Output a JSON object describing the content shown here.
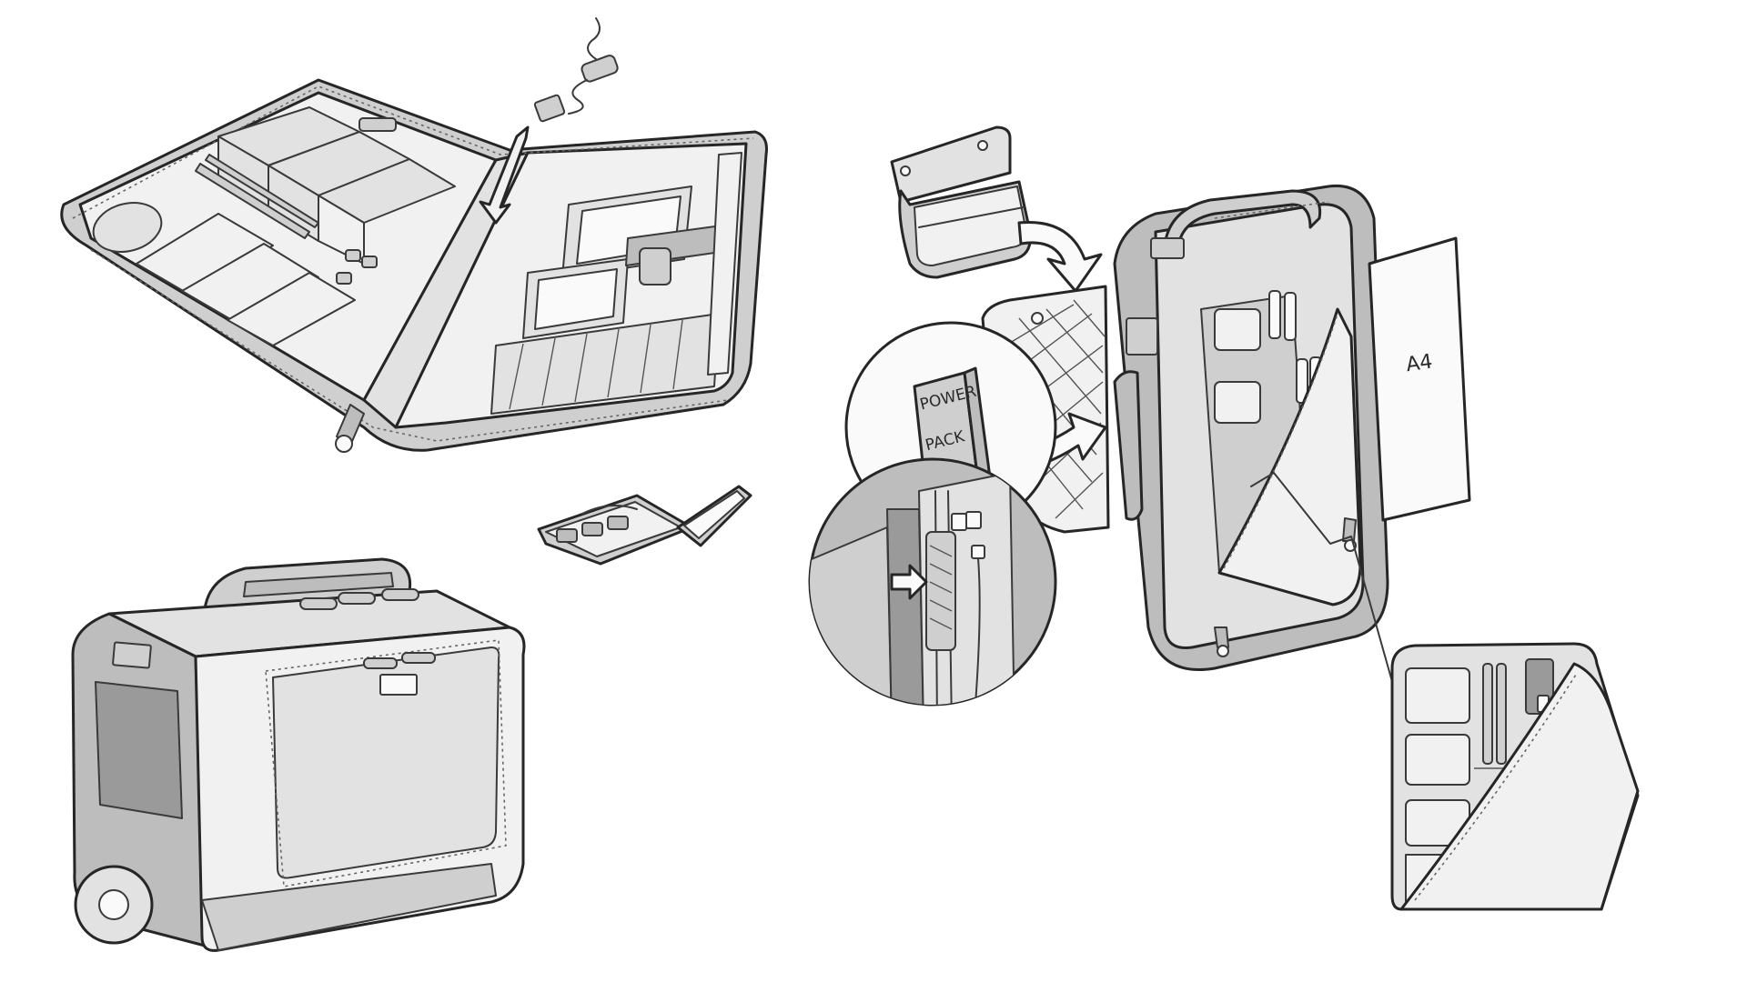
{
  "labels": {
    "power_pack_line1": "POWER",
    "power_pack_line2": "PACK",
    "paper_size": "A4"
  },
  "palette": {
    "ink": "#262626",
    "light": "#f1f1f1",
    "mid": "#cfcfcf",
    "dark": "#9a9a9a",
    "background": "#ffffff"
  }
}
